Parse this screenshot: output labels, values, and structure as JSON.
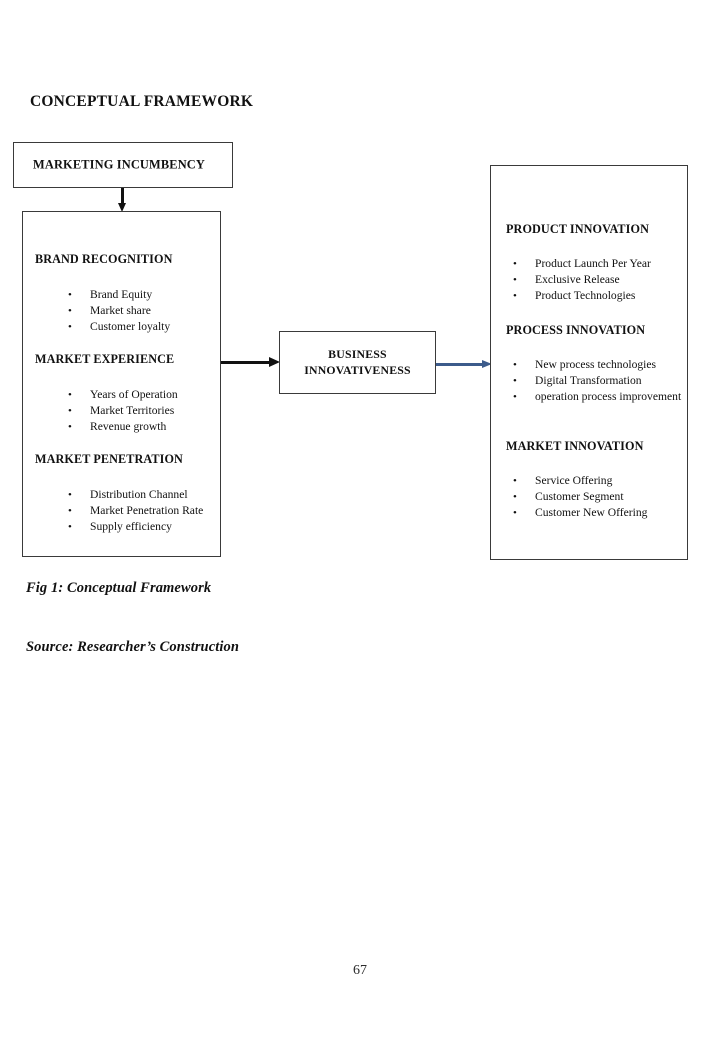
{
  "document": {
    "page_number": "67",
    "section_title": "CONCEPTUAL FRAMEWORK",
    "figure_caption": "Fig 1: Conceptual Framework",
    "source_note": "Source: Researcher’s Construction"
  },
  "colors": {
    "box_border": "#3a3a3a",
    "text": "#111111",
    "arrow_black": "#111111",
    "arrow_blue": "#3c5b8b",
    "page_background": "#ffffff"
  },
  "diagram": {
    "incumbency_box": {
      "label": "MARKETING INCUMBENCY"
    },
    "antecedents_box": {
      "groups": [
        {
          "heading": "BRAND RECOGNITION",
          "items": [
            "Brand Equity",
            "Market share",
            "Customer loyalty"
          ]
        },
        {
          "heading": "MARKET EXPERIENCE",
          "items": [
            "Years of Operation",
            "Market Territories",
            "Revenue growth"
          ]
        },
        {
          "heading": "MARKET PENETRATION",
          "items": [
            "Distribution Channel",
            "Market Penetration Rate",
            "Supply efficiency"
          ]
        }
      ]
    },
    "center_box": {
      "line1": "BUSINESS",
      "line2": "INNOVATIVENESS"
    },
    "outcomes_box": {
      "groups": [
        {
          "heading": "PRODUCT INNOVATION",
          "items": [
            "Product Launch Per Year",
            "Exclusive Release",
            "Product Technologies"
          ]
        },
        {
          "heading": "PROCESS INNOVATION",
          "items": [
            "New process technologies",
            "Digital Transformation",
            "operation process improvement"
          ]
        },
        {
          "heading": "MARKET INNOVATION",
          "items": [
            "Service Offering",
            "Customer Segment",
            "Customer New Offering"
          ]
        }
      ]
    },
    "connectors": [
      {
        "name": "incumbency-to-antecedents",
        "direction": "down",
        "color": "#111111"
      },
      {
        "name": "antecedents-to-business-innovativeness",
        "direction": "right",
        "color": "#111111"
      },
      {
        "name": "business-innovativeness-to-outcomes",
        "direction": "right",
        "color": "#3c5b8b"
      }
    ]
  }
}
